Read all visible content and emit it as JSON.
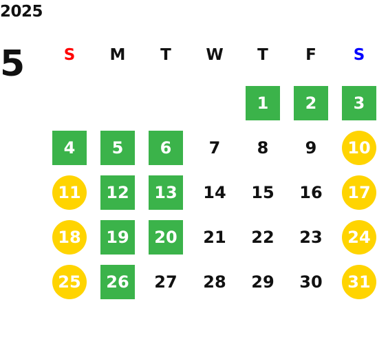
{
  "calendar": {
    "year": "2025",
    "month": "5",
    "weekdays": [
      {
        "label": "S",
        "color": "#ff0000"
      },
      {
        "label": "M",
        "color": "#111111"
      },
      {
        "label": "T",
        "color": "#111111"
      },
      {
        "label": "W",
        "color": "#111111"
      },
      {
        "label": "T",
        "color": "#111111"
      },
      {
        "label": "F",
        "color": "#111111"
      },
      {
        "label": "S",
        "color": "#0000ff"
      }
    ],
    "first_weekday_index": 4,
    "days": [
      {
        "day": "1",
        "mark": "green"
      },
      {
        "day": "2",
        "mark": "green"
      },
      {
        "day": "3",
        "mark": "green"
      },
      {
        "day": "4",
        "mark": "green"
      },
      {
        "day": "5",
        "mark": "green"
      },
      {
        "day": "6",
        "mark": "green"
      },
      {
        "day": "7",
        "mark": "none"
      },
      {
        "day": "8",
        "mark": "none"
      },
      {
        "day": "9",
        "mark": "none"
      },
      {
        "day": "10",
        "mark": "yellow"
      },
      {
        "day": "11",
        "mark": "yellow"
      },
      {
        "day": "12",
        "mark": "green"
      },
      {
        "day": "13",
        "mark": "green"
      },
      {
        "day": "14",
        "mark": "none"
      },
      {
        "day": "15",
        "mark": "none"
      },
      {
        "day": "16",
        "mark": "none"
      },
      {
        "day": "17",
        "mark": "yellow"
      },
      {
        "day": "18",
        "mark": "yellow"
      },
      {
        "day": "19",
        "mark": "green"
      },
      {
        "day": "20",
        "mark": "green"
      },
      {
        "day": "21",
        "mark": "none"
      },
      {
        "day": "22",
        "mark": "none"
      },
      {
        "day": "23",
        "mark": "none"
      },
      {
        "day": "24",
        "mark": "yellow"
      },
      {
        "day": "25",
        "mark": "yellow"
      },
      {
        "day": "26",
        "mark": "green"
      },
      {
        "day": "27",
        "mark": "none"
      },
      {
        "day": "28",
        "mark": "none"
      },
      {
        "day": "29",
        "mark": "none"
      },
      {
        "day": "30",
        "mark": "none"
      },
      {
        "day": "31",
        "mark": "yellow"
      }
    ],
    "colors": {
      "green": "#3bb34a",
      "yellow": "#ffd400",
      "text": "#111111",
      "mark_text": "#ffffff"
    }
  }
}
